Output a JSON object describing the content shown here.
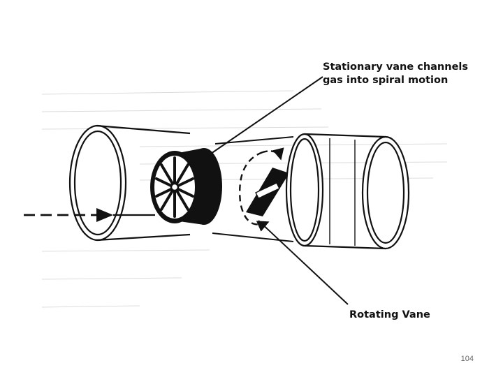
{
  "labels": {
    "stationary_line1": "Stationary vane channels",
    "stationary_line2": "gas into spiral motion",
    "rotating": "Rotating Vane"
  },
  "page_number": "104"
}
